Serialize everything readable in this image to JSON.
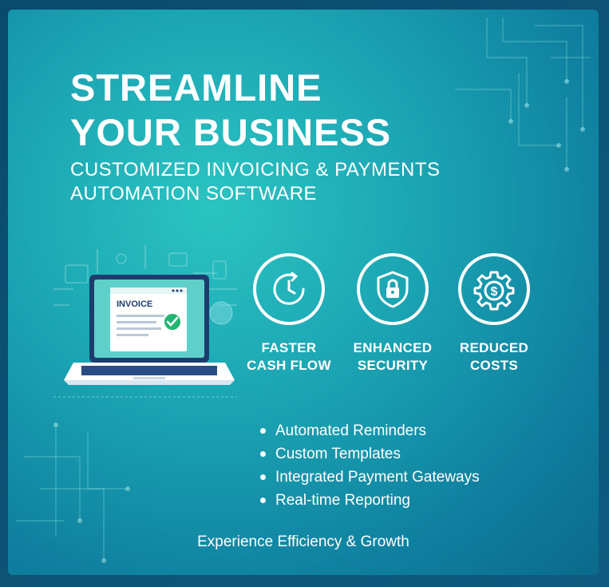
{
  "hero": {
    "title_line1": "STREAMLINE",
    "title_line2": "YOUR BUSINESS",
    "subtitle_line1": "CUSTOMIZED INVOICING & PAYMENTS",
    "subtitle_line2": "AUTOMATION SOFTWARE"
  },
  "illustration": {
    "invoice_label": "INVOICE"
  },
  "features": [
    {
      "line1": "FASTER",
      "line2": "CASH FLOW",
      "icon": "clock-refresh-icon"
    },
    {
      "line1": "ENHANCED",
      "line2": "SECURITY",
      "icon": "shield-lock-icon"
    },
    {
      "line1": "REDUCED",
      "line2": "COSTS",
      "icon": "gear-dollar-icon"
    }
  ],
  "bullets": [
    "Automated Reminders",
    "Custom Templates",
    "Integrated Payment Gateways",
    "Real-time Reporting"
  ],
  "footer": {
    "tagline": "Experience Efficiency & Growth"
  },
  "colors": {
    "background_teal": "#1aa3b2",
    "frame_blue": "#0a4a6e",
    "text": "#ffffff",
    "check_green": "#22b573"
  }
}
